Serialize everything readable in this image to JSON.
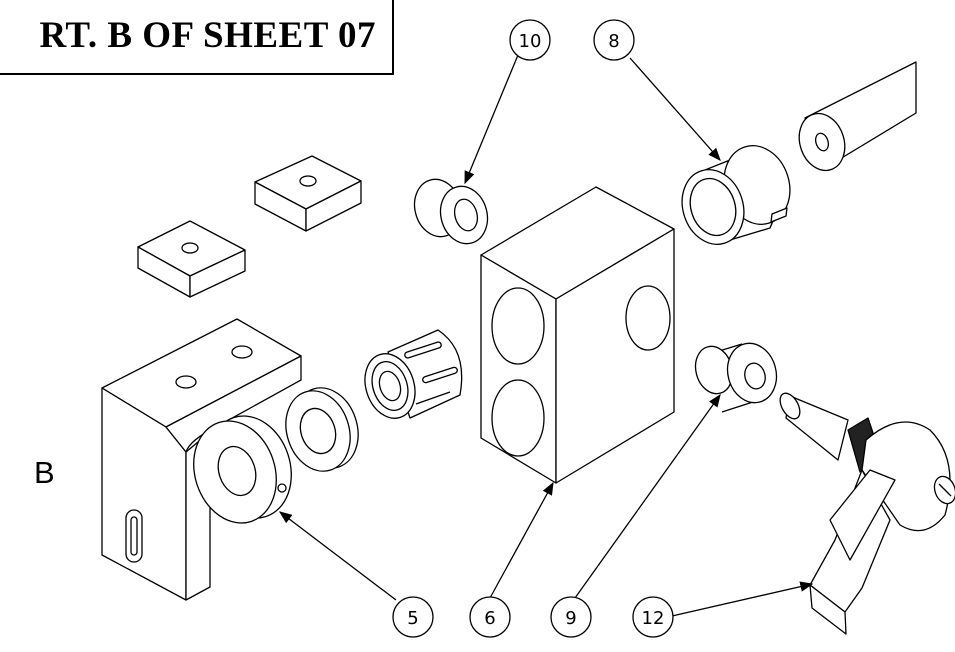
{
  "sheet_title": "RT. B OF SHEET 07",
  "view_label": "B",
  "balloons": [
    {
      "id": "balloon-10",
      "label": "10"
    },
    {
      "id": "balloon-8",
      "label": "8"
    },
    {
      "id": "balloon-5",
      "label": "5"
    },
    {
      "id": "balloon-6",
      "label": "6"
    },
    {
      "id": "balloon-9",
      "label": "9"
    },
    {
      "id": "balloon-12",
      "label": "12"
    }
  ],
  "colors": {
    "ink": "#000000",
    "paper": "#ffffff"
  }
}
